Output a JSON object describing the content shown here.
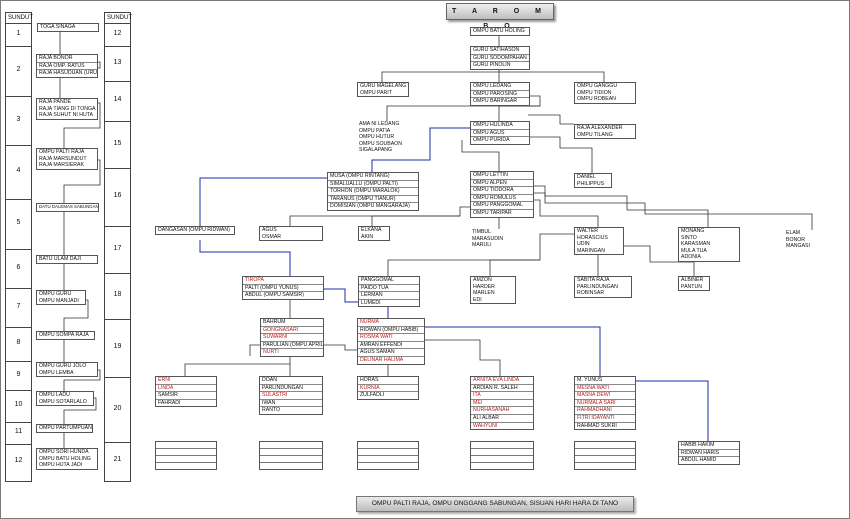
{
  "title": "T A R O M B O",
  "footer": "OMPU PALTI RAJA, OMPU ONGGANG SABUNGAN, SISUAN HARI HARA DI TANO",
  "sundut_header": "SUNDUT",
  "sundut_left": [
    "1",
    "2",
    "3",
    "4",
    "5",
    "6",
    "7",
    "8",
    "9",
    "10",
    "11",
    "12"
  ],
  "sundut_right": [
    "12",
    "13",
    "14",
    "15",
    "16",
    "17",
    "18",
    "19",
    "20",
    "21"
  ],
  "nodes": {
    "toga": [
      "TOGA SINAGA"
    ],
    "raja_bonor": [
      "RAJA BONOR",
      "RAJA OMP. RATUS",
      "RAJA HASUDUAN (URUK)"
    ],
    "raja_pande": [
      "RAJA PANDE",
      "RAJA TIANG DI TONGA",
      "RAJA SUHUT NI HUTA"
    ],
    "palti_raja": [
      "OMPU PALTI RAJA",
      "RAJA MARSUNDUT",
      "RAJA MARSIERAK"
    ],
    "datu_dalu": [
      "DATU DALEMAS SABUNGAN"
    ],
    "batu_ulam": [
      "BATU ULAM DAJI"
    ],
    "ompu_guru": [
      "OMPU GURU",
      "OMPU MANJADI"
    ],
    "sompa_raja": [
      "OMPU SOMPA RAJA"
    ],
    "guru_jolo": [
      "OMPU GURU JOLO",
      "OMPU LEMBA"
    ],
    "ompu_ladu": [
      "OMPU LADU",
      "OMPU SOTARLALO"
    ],
    "partumpuan": [
      "OMPU PARTUMPUAN"
    ],
    "sori_hunda": [
      "OMPU SORI HUNDA",
      "OMPU BATU HOLING",
      "OMPU HUTA JADI"
    ],
    "batu_holing": [
      "OMPU BATU HOLING"
    ],
    "guru_satihason": [
      "GURU SATIHASON",
      "GURU SODOMPAHAN",
      "GURU PINOLIN"
    ],
    "guru_magelang": [
      "GURU MAGELANG",
      "OMPU PARIT"
    ],
    "ompu_ledang": [
      "OMPU LEDANG",
      "OMPU PAROSING",
      "OMPU BARINGAR"
    ],
    "ompu_ganggu": [
      "OMPU GANGGU",
      "OMPU TIDION",
      "OMPU ROBEAN"
    ],
    "ama_ni_ledang": [
      "AMA NI LEDANG",
      "OMPU PATIA",
      "OMPU HUTUR",
      "OMPU SOUBAON",
      "SIGALAPANG"
    ],
    "ompu_hulinda": [
      "OMPU HULINDA",
      "OMPU AGUS",
      "OMPU PURIDA"
    ],
    "raja_alexander": [
      "RAJA ALEXANDER",
      "OMPU TILANG"
    ],
    "musa": [
      "MUSA (OMPU RINTANG)",
      "SIMALUALLU (OMPU PALTI)",
      "TORHON (OMPU MARALOK)",
      "TARANUS (OMPU TIANUR)",
      "DOMISIAN (OMPU MANGARAJA)"
    ],
    "ompu_lettin": [
      "OMPU LETTIN",
      "OMPU ALPEN",
      "OMPU TIODORA",
      "OMPU ROMULUS",
      "OMPU PANGGOMAL",
      "OMPU TARIPAR"
    ],
    "daniel": [
      "DANIEL",
      "PHILIPPUS"
    ],
    "dangasan": [
      "DANGASAN (OMPU RIDWAN)"
    ],
    "agus_osmar": [
      "AGUS",
      "OSMAR"
    ],
    "elkana": [
      "ELKANA",
      "AKIN"
    ],
    "timbul": [
      "TIMBUL",
      "MARASUDIN",
      "MARULI"
    ],
    "walter": [
      "WALTER",
      "HORASCIUS",
      "UDIN",
      "MARINGAN"
    ],
    "monang": [
      "MONANG",
      "SINTO",
      "KARASMAN",
      "MULA TUA",
      "ADONIA"
    ],
    "elam": [
      "ELAM",
      "BONOR",
      "MANGASI"
    ],
    "tiropa": [
      "TIROPA",
      "PALTI (OMPU YUNUS)",
      "ABDUL (OMPU SAMSIR)"
    ],
    "panggomal": [
      "PANGGOMAL",
      "PAIDO TUA",
      "LERMAN",
      "LUMEDI"
    ],
    "amzon": [
      "AMZON",
      "HARDER",
      "MARLEN",
      "EDI"
    ],
    "sabita": [
      "SABITA RAJA",
      "PARLINDUNGAN",
      "ROBINSAR"
    ],
    "albiner": [
      "ALBINER",
      "PANTUN"
    ],
    "bahrum": [
      "BAHRUM",
      "GONGNASARI",
      "SUWARNI",
      "PARULIAN (OMPU APRIL)",
      "NURTI"
    ],
    "nurma": [
      "NURMA",
      "RIDWAN (OMPU HABIB)",
      "ROSMA WATI",
      "AMRAN EFFENDI",
      "AGUS SAMAN",
      "DELINAR HALIMA"
    ],
    "erni": [
      "ERNI",
      "LINDA",
      "SAMSIR",
      "FAHRADI"
    ],
    "dolan": [
      "DOAN",
      "PARLINDUNGAN",
      "SULASTRI",
      "IWAN",
      "RANTO"
    ],
    "horas": [
      "HORAS",
      "KURNIA",
      "ZULFADLI"
    ],
    "arnita": [
      "ARNITA EVA LINDA",
      "ARDIAN R. SALEH",
      "ITA",
      "MEI",
      "NURHASANAH",
      "ALI ALBAR",
      "WAHYUNI"
    ],
    "m_yunus": [
      "M. YUNUS",
      "MESNA WATI",
      "MASNA DEWI",
      "NURMALA SARI",
      "RAHMADHANI",
      "FITRI IDAYANTI",
      "RAHMAD SUKRI"
    ],
    "habib": [
      "HABIB HAKIM",
      "RIDWAN HARIS",
      "ABDUL HAMID"
    ]
  },
  "colors": {
    "line": "#333333",
    "highlight_line": "#1c2fa8",
    "red_name": "#b81c1c"
  }
}
